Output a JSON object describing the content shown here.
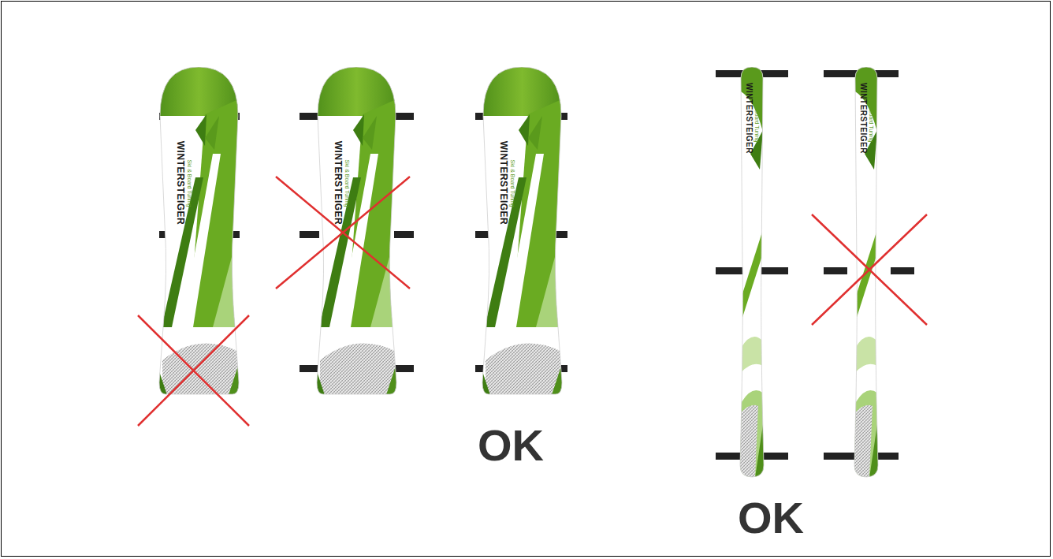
{
  "diagram": {
    "labels": [
      "WINTERSTEIGER",
      "Ski & Board Tuning",
      "WINTERSTEIGER",
      "Ski & Board Tuning",
      "WINTERSTEIGER",
      "Ski & Board Tuning",
      "OK",
      "WINTERSTEIGER",
      "Ski & Board Tuning",
      "WINTERSTEIGER",
      "Ski & Board Tuning",
      "OK"
    ]
  }
}
